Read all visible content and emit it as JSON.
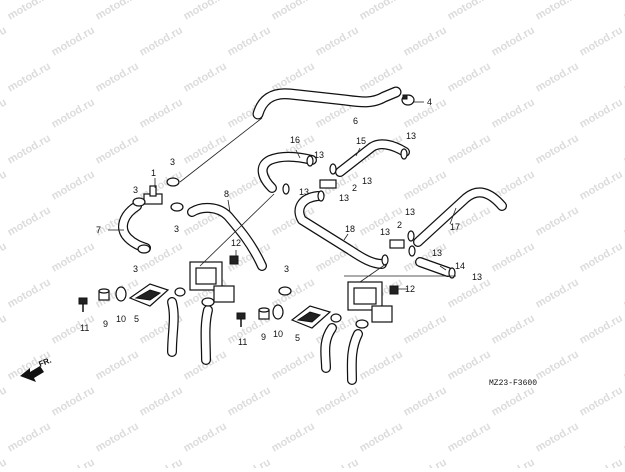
{
  "watermark": "motod.ru",
  "diagram_code": "MZ23-F3600",
  "front_label": "FR.",
  "callouts": [
    {
      "id": "c1",
      "label": "1"
    },
    {
      "id": "c2a",
      "label": "2"
    },
    {
      "id": "c2b",
      "label": "2"
    },
    {
      "id": "c3a",
      "label": "3"
    },
    {
      "id": "c3b",
      "label": "3"
    },
    {
      "id": "c3c",
      "label": "3"
    },
    {
      "id": "c3d",
      "label": "3"
    },
    {
      "id": "c3e",
      "label": "3"
    },
    {
      "id": "c4",
      "label": "4"
    },
    {
      "id": "c5a",
      "label": "5"
    },
    {
      "id": "c5b",
      "label": "5"
    },
    {
      "id": "c6",
      "label": "6"
    },
    {
      "id": "c7",
      "label": "7"
    },
    {
      "id": "c8",
      "label": "8"
    },
    {
      "id": "c9a",
      "label": "9"
    },
    {
      "id": "c9b",
      "label": "9"
    },
    {
      "id": "c10a",
      "label": "10"
    },
    {
      "id": "c10b",
      "label": "10"
    },
    {
      "id": "c11a",
      "label": "11"
    },
    {
      "id": "c11b",
      "label": "11"
    },
    {
      "id": "c12a",
      "label": "12"
    },
    {
      "id": "c12b",
      "label": "12"
    },
    {
      "id": "c13a",
      "label": "13"
    },
    {
      "id": "c13b",
      "label": "13"
    },
    {
      "id": "c13c",
      "label": "13"
    },
    {
      "id": "c13d",
      "label": "13"
    },
    {
      "id": "c13e",
      "label": "13"
    },
    {
      "id": "c13f",
      "label": "13"
    },
    {
      "id": "c13g",
      "label": "13"
    },
    {
      "id": "c13h",
      "label": "13"
    },
    {
      "id": "c13i",
      "label": "13"
    },
    {
      "id": "c14",
      "label": "14"
    },
    {
      "id": "c15",
      "label": "15"
    },
    {
      "id": "c16",
      "label": "16"
    },
    {
      "id": "c17",
      "label": "17"
    },
    {
      "id": "c18",
      "label": "18"
    }
  ]
}
